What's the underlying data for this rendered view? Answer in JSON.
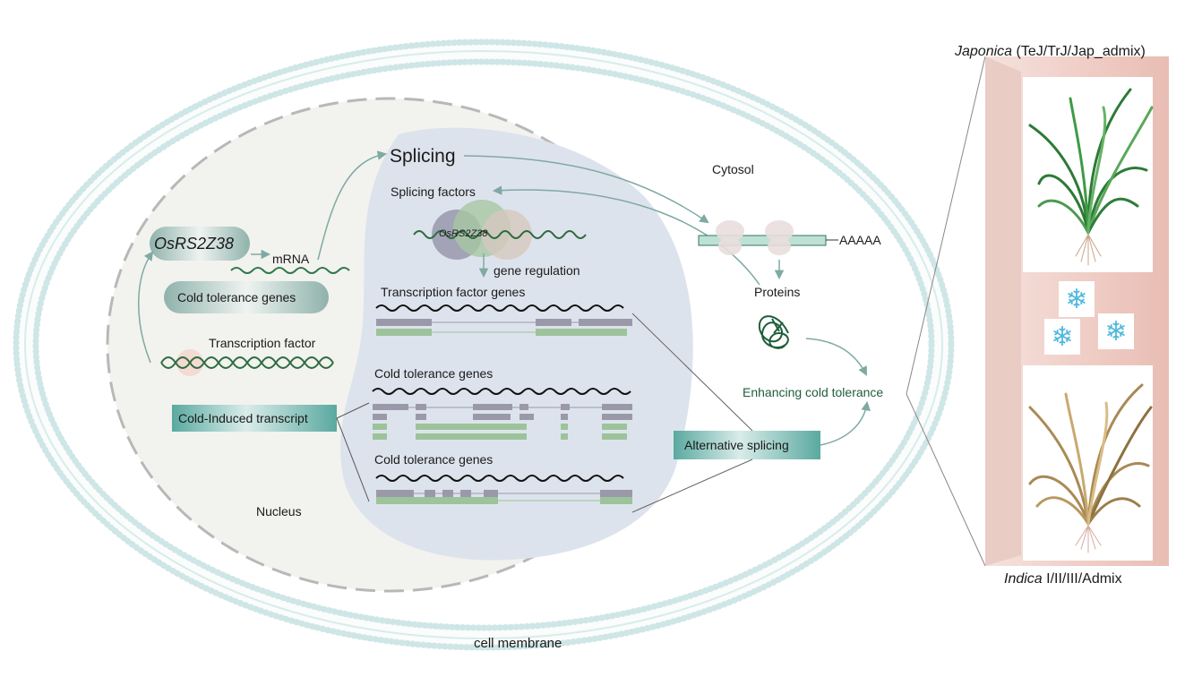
{
  "labels": {
    "splicing": "Splicing",
    "cytosol": "Cytosol",
    "splicing_factors": "Splicing factors",
    "gene_name_pill": "OsRS2Z38",
    "gene_name_protein": "OsRS2Z38",
    "mrna": "mRNA",
    "cold_tolerance_pill": "Cold tolerance genes",
    "transcription_factor": "Transcription factor",
    "gene_regulation": "gene regulation",
    "tf_genes": "Transcription factor genes",
    "cold_genes_1": "Cold tolerance genes",
    "cold_genes_2": "Cold tolerance genes",
    "cold_induced": "Cold-Induced transcript",
    "alternative_splicing": "Alternative splicing",
    "enhancing": "Enhancing cold tolerance",
    "proteins": "Proteins",
    "polya": "AAAAA",
    "nucleus": "Nucleus",
    "cell_membrane": "cell membrane",
    "japonica_italic": "Japonica",
    "japonica_rest": " (TeJ/TrJ/Jap_admix)",
    "indica_italic": "Indica",
    "indica_rest": " I/II/III/Admix"
  },
  "colors": {
    "membrane": "#cfe6e6",
    "nucleus_fill": "#f2f2ef",
    "splice_region": "#dde3ec",
    "teal": "#5aa9a0",
    "dark_green": "#1f5e3a",
    "exon_grey": "#9a99aa",
    "exon_green": "#9cc39a",
    "panel_pink": "#f1d8d2",
    "snow": "#4fb8dc"
  },
  "icons": [
    "snowflake-icon",
    "rice-plant-icon",
    "ribosome-icon",
    "protein-icon"
  ]
}
